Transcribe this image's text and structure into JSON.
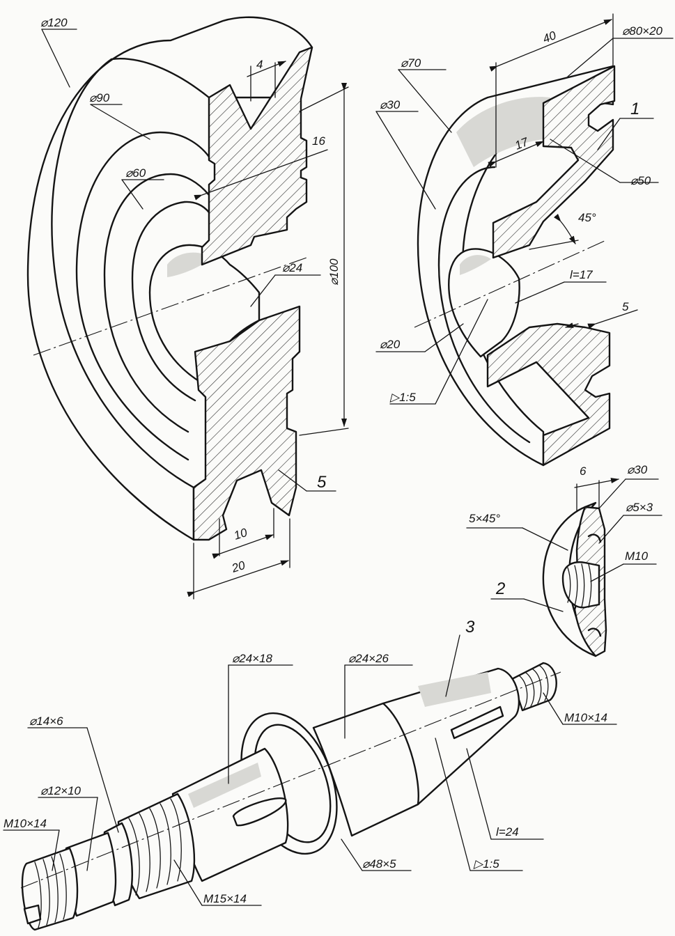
{
  "part5": {
    "number": "5",
    "dims": {
      "d120": "⌀120",
      "d90": "⌀90",
      "d60": "⌀60",
      "d24": "⌀24",
      "d100": "⌀100",
      "w4": "4",
      "w16": "16",
      "w10": "10",
      "w20": "20"
    }
  },
  "part1": {
    "number": "1",
    "dims": {
      "len40": "40",
      "d80x20": "⌀80×20",
      "d70": "⌀70",
      "d30": "⌀30",
      "len17": "17",
      "d50": "⌀50",
      "ang45": "45°",
      "l17": "l=17",
      "w5": "5",
      "d20": "⌀20",
      "taper": "▷1:5"
    }
  },
  "part2": {
    "number": "2",
    "dims": {
      "w6": "6",
      "d30": "⌀30",
      "d5x3": "⌀5×3",
      "chamfer": "5×45°",
      "m10": "M10"
    }
  },
  "part3": {
    "number": "3",
    "dims": {
      "d24x18": "⌀24×18",
      "d24x26": "⌀24×26",
      "m10x14_right": "M10×14",
      "d14x6": "⌀14×6",
      "d12x10": "⌀12×10",
      "m10x14_left": "M10×14",
      "l24": "l=24",
      "d48x5": "⌀48×5",
      "taper": "▷1:5",
      "m15x14": "M15×14"
    }
  }
}
